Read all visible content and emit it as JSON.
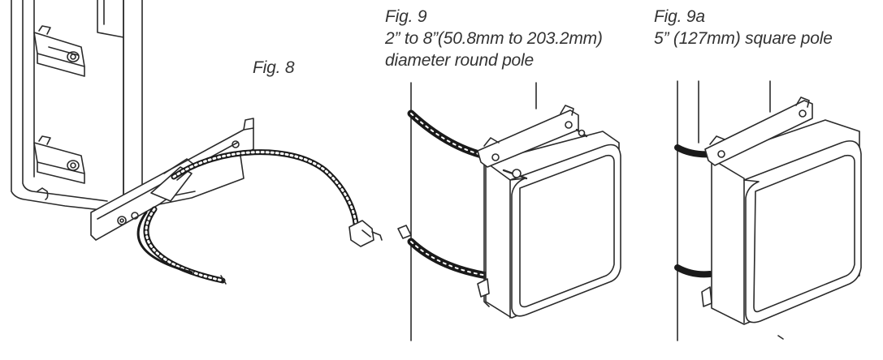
{
  "figures": {
    "fig8": {
      "label": "Fig. 8"
    },
    "fig9": {
      "label": "Fig. 9",
      "line1": "2” to 8”(50.8mm to 203.2mm)",
      "line2": "diameter round pole"
    },
    "fig9a": {
      "label": "Fig. 9a",
      "line1": "5” (127mm) square pole"
    }
  },
  "colors": {
    "ink": "#2b2b2b",
    "caption": "#333333",
    "paper": "#ffffff",
    "strap": "#1a1a1a"
  }
}
